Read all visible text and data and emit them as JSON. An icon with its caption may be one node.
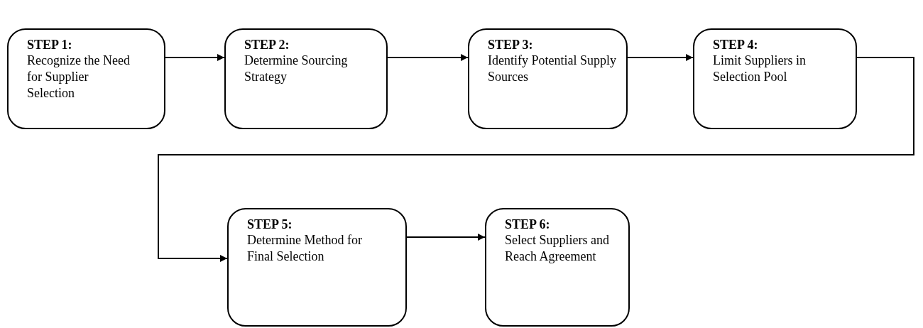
{
  "diagram": {
    "nodes": [
      {
        "text": [
          "STEP 1:",
          "Recognize the Need for Supplier Selection"
        ]
      },
      {
        "text": [
          "STEP 2:",
          "Determine Sourcing Strategy"
        ]
      },
      {
        "text": [
          "STEP 3:",
          "Identify Potential Supply Sources"
        ]
      },
      {
        "text": [
          "STEP 4:",
          "Limit Suppliers in Selection Pool"
        ]
      },
      {
        "text": [
          "STEP 5:",
          "Determine Method for Final Selection"
        ]
      },
      {
        "text": [
          "STEP 6:",
          "Select Suppliers and Reach Agreement"
        ]
      }
    ],
    "edges": [
      {
        "from": 0,
        "to": 1,
        "arrow": "to"
      },
      {
        "from": 1,
        "to": 2,
        "arrow": "to"
      },
      {
        "from": 2,
        "to": 3,
        "arrow": "to"
      },
      {
        "from": 3,
        "to": 4,
        "arrow": "to"
      },
      {
        "from": 4,
        "to": 5,
        "arrow": "to"
      }
    ]
  }
}
